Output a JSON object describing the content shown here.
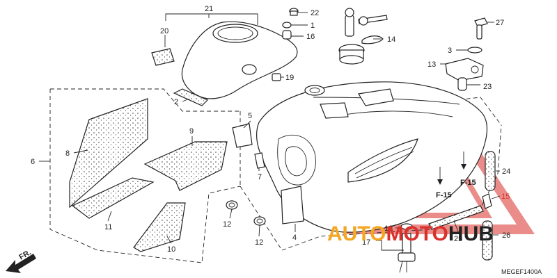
{
  "diagram": {
    "code": "MEGEF1400A",
    "fr_label": "FR.",
    "ref_f15": "F-15",
    "watermark": {
      "part1": "AUTO",
      "part2": "MOTO",
      "part3": "HUB"
    },
    "colors": {
      "watermark_orange": "#f5a623",
      "watermark_red": "#d9312b",
      "callout_red": "#d9312b"
    },
    "callouts": {
      "c1": "1",
      "c2": "2",
      "c3": "3",
      "c4": "4",
      "c5": "5",
      "c6": "6",
      "c7": "7",
      "c8": "8",
      "c9": "9",
      "c10": "10",
      "c11": "11",
      "c12a": "12",
      "c12b": "12",
      "c13": "13",
      "c14": "14",
      "c15": "15",
      "c16": "16",
      "c17": "17",
      "c18": "18",
      "c19": "19",
      "c20": "20",
      "c21": "21",
      "c22": "22",
      "c23": "23",
      "c24": "24",
      "c25": "25",
      "c26": "26",
      "c27": "27"
    }
  }
}
